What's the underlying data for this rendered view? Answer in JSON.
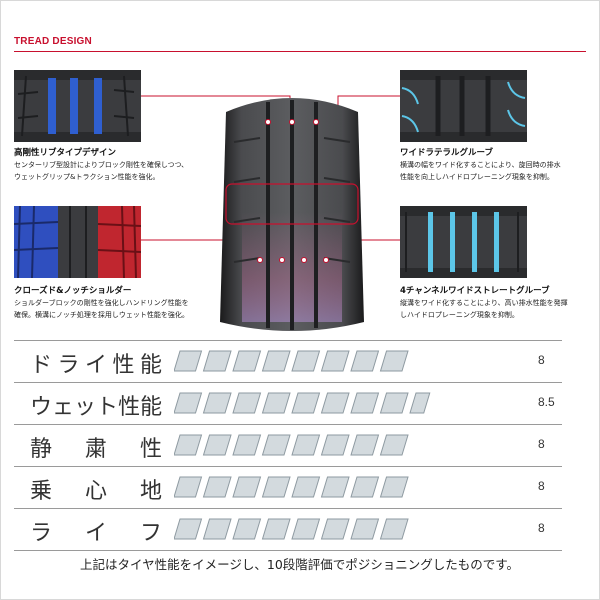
{
  "header": {
    "title": "TREAD DESIGN"
  },
  "features": [
    {
      "id": "rib",
      "title": "高剛性リブタイプデザイン",
      "desc": [
        "センターリブ型設計によりブロック剛性を確保しつつ、",
        "ウェットグリップ&トラクション性能を強化。"
      ]
    },
    {
      "id": "shoulder",
      "title": "クローズド&ノッチショルダー",
      "desc": [
        "ショルダーブロックの剛性を強化しハンドリング性能を",
        "確保。横溝にノッチ処理を採用しウェット性能を強化。"
      ]
    },
    {
      "id": "lateral",
      "title": "ワイドラテラルグルーブ",
      "desc": [
        "横溝の幅をワイド化することにより、旋回時の排水",
        "性能を向上しハイドロプレーニング現象を抑制。"
      ]
    },
    {
      "id": "straight",
      "title": "4チャンネルワイドストレートグルーブ",
      "desc": [
        "縦溝をワイド化することにより、高い排水性能を発揮",
        "しハイドロプレーニング現象を抑制。"
      ]
    }
  ],
  "ratings": [
    {
      "label": "ドライ性能",
      "value": 8,
      "display": "8"
    },
    {
      "label": "ウェット性能",
      "value": 8.5,
      "display": "8.5"
    },
    {
      "label": "静粛性",
      "value": 8,
      "display": "8"
    },
    {
      "label": "乗心地",
      "value": 8,
      "display": "8"
    },
    {
      "label": "ライフ",
      "value": 8,
      "display": "8"
    }
  ],
  "rating_max": 10,
  "footnote": "上記はタイヤ性能をイメージし、10段階評価でポジショニングしたものです。",
  "colors": {
    "accent": "#c8102e",
    "blue": "#2f5fd0",
    "cyan": "#5cc6e8",
    "bar": "#aab6bd"
  }
}
